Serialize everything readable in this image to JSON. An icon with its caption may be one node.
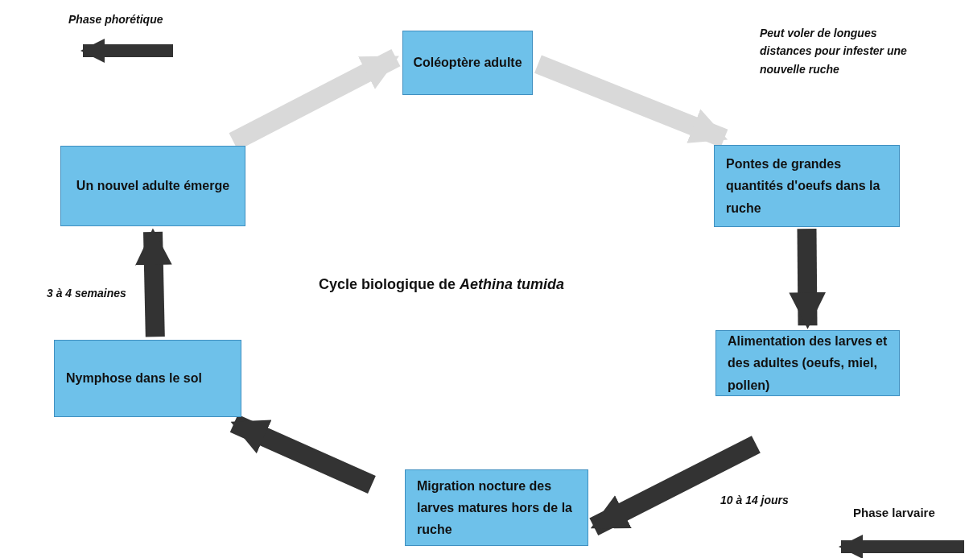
{
  "diagram": {
    "title": "Cycle biologique de *Aethina tumida*",
    "nodes": [
      {
        "text": [
          "Coléoptère adulte"
        ]
      },
      {
        "text": [
          "Pontes de grandes quantités d'oeufs dans la ruche"
        ]
      },
      {
        "text": [
          "Alimentation des larves et des adultes (oeufs, miel, pollen)"
        ]
      },
      {
        "text": [
          "Migration nocture des larves matures hors de la ruche"
        ]
      },
      {
        "text": [
          "Nymphose dans le sol"
        ]
      },
      {
        "text": [
          "Un nouvel adulte émerge"
        ]
      }
    ],
    "edges": [
      {
        "from": 5,
        "to": 0,
        "arrow": "to",
        "color": "#d9d9d9"
      },
      {
        "from": 0,
        "to": 1,
        "arrow": "to",
        "color": "#d9d9d9"
      },
      {
        "from": 1,
        "to": 2,
        "arrow": "to"
      },
      {
        "from": 2,
        "to": 3,
        "arrow": "to",
        "label": "10 à 14 jours"
      },
      {
        "from": 3,
        "to": 4,
        "arrow": "to"
      },
      {
        "from": 4,
        "to": 5,
        "arrow": "to",
        "label": "3 à 4 semaines"
      }
    ],
    "labels": [
      "Peut voler de longues distances pour infester une nouvelle ruche"
    ],
    "legend": [
      {
        "text": "Phase phorétique"
      },
      {
        "text": "Phase larvaire"
      }
    ]
  }
}
